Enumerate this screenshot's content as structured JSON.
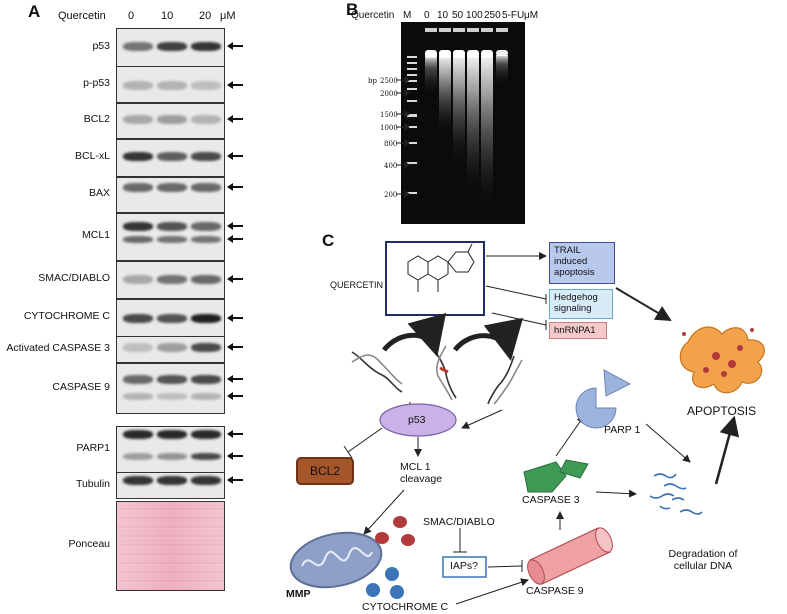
{
  "panel_a": {
    "letter": "A",
    "treatment_label": "Quercetin",
    "doses": [
      "0",
      "10",
      "20"
    ],
    "unit": "μM",
    "blots": [
      {
        "label": "p53",
        "arrows": 1
      },
      {
        "label": "p-p53",
        "arrows": 1
      },
      {
        "label": "BCL2",
        "arrows": 1
      },
      {
        "label": "BCL-xL",
        "arrows": 1
      },
      {
        "label": "BAX",
        "arrows": 1
      },
      {
        "label": "MCL1",
        "arrows": 2
      },
      {
        "label": "SMAC/DIABLO",
        "arrows": 1
      },
      {
        "label": "CYTOCHROME C",
        "arrows": 1
      },
      {
        "label": "Activated CASPASE 3",
        "arrows": 1
      },
      {
        "label": "CASPASE 9",
        "arrows": 2
      },
      {
        "label": "PARP1",
        "arrows": 2
      },
      {
        "label": "Tubulin",
        "arrows": 1
      },
      {
        "label": "Ponceau",
        "arrows": 0
      }
    ]
  },
  "panel_b": {
    "letter": "B",
    "treatment_label": "Quercetin",
    "lanes": [
      "M",
      "0",
      "10",
      "50",
      "100",
      "250",
      "5-FU"
    ],
    "unit": "μM",
    "marker_unit": "bp",
    "markers": [
      "2500",
      "2000",
      "1500",
      "1000",
      "800",
      "400",
      "200"
    ]
  },
  "panel_c": {
    "letter": "C",
    "quercetin": "QUERCETIN",
    "trail": "TRAIL induced apoptosis",
    "hedgehog": "Hedgehog signaling",
    "hnrnpa1": "hnRNPA1",
    "p53": "p53",
    "bcl2": "BCL2",
    "mcl1": "MCL 1 cleavage",
    "smac": "SMAC/DIABLO",
    "iaps": "IAPs?",
    "mmp": "MMP",
    "cytochrome": "CYTOCHROME C",
    "caspase9": "CASPASE 9",
    "caspase3": "CASPASE 3",
    "parp1": "PARP 1",
    "degradation": "Degradation of cellular DNA",
    "apoptosis": "APOPTOSIS"
  },
  "colors": {
    "trail_box": "#b9c9ee",
    "hedgehog_box": "#d7ecf7",
    "hnrnpa1_box": "#f3c9c9",
    "p53_node": "#c9b3e6",
    "bcl2_box": "#a5552a",
    "caspase_green": "#3f9a55",
    "parp_blue": "#9bb3dd",
    "mito": "#8fa0c8",
    "smac_red": "#b23a3a",
    "cyto_blue": "#3c74b8",
    "ponceau": "#f1b9c8"
  }
}
